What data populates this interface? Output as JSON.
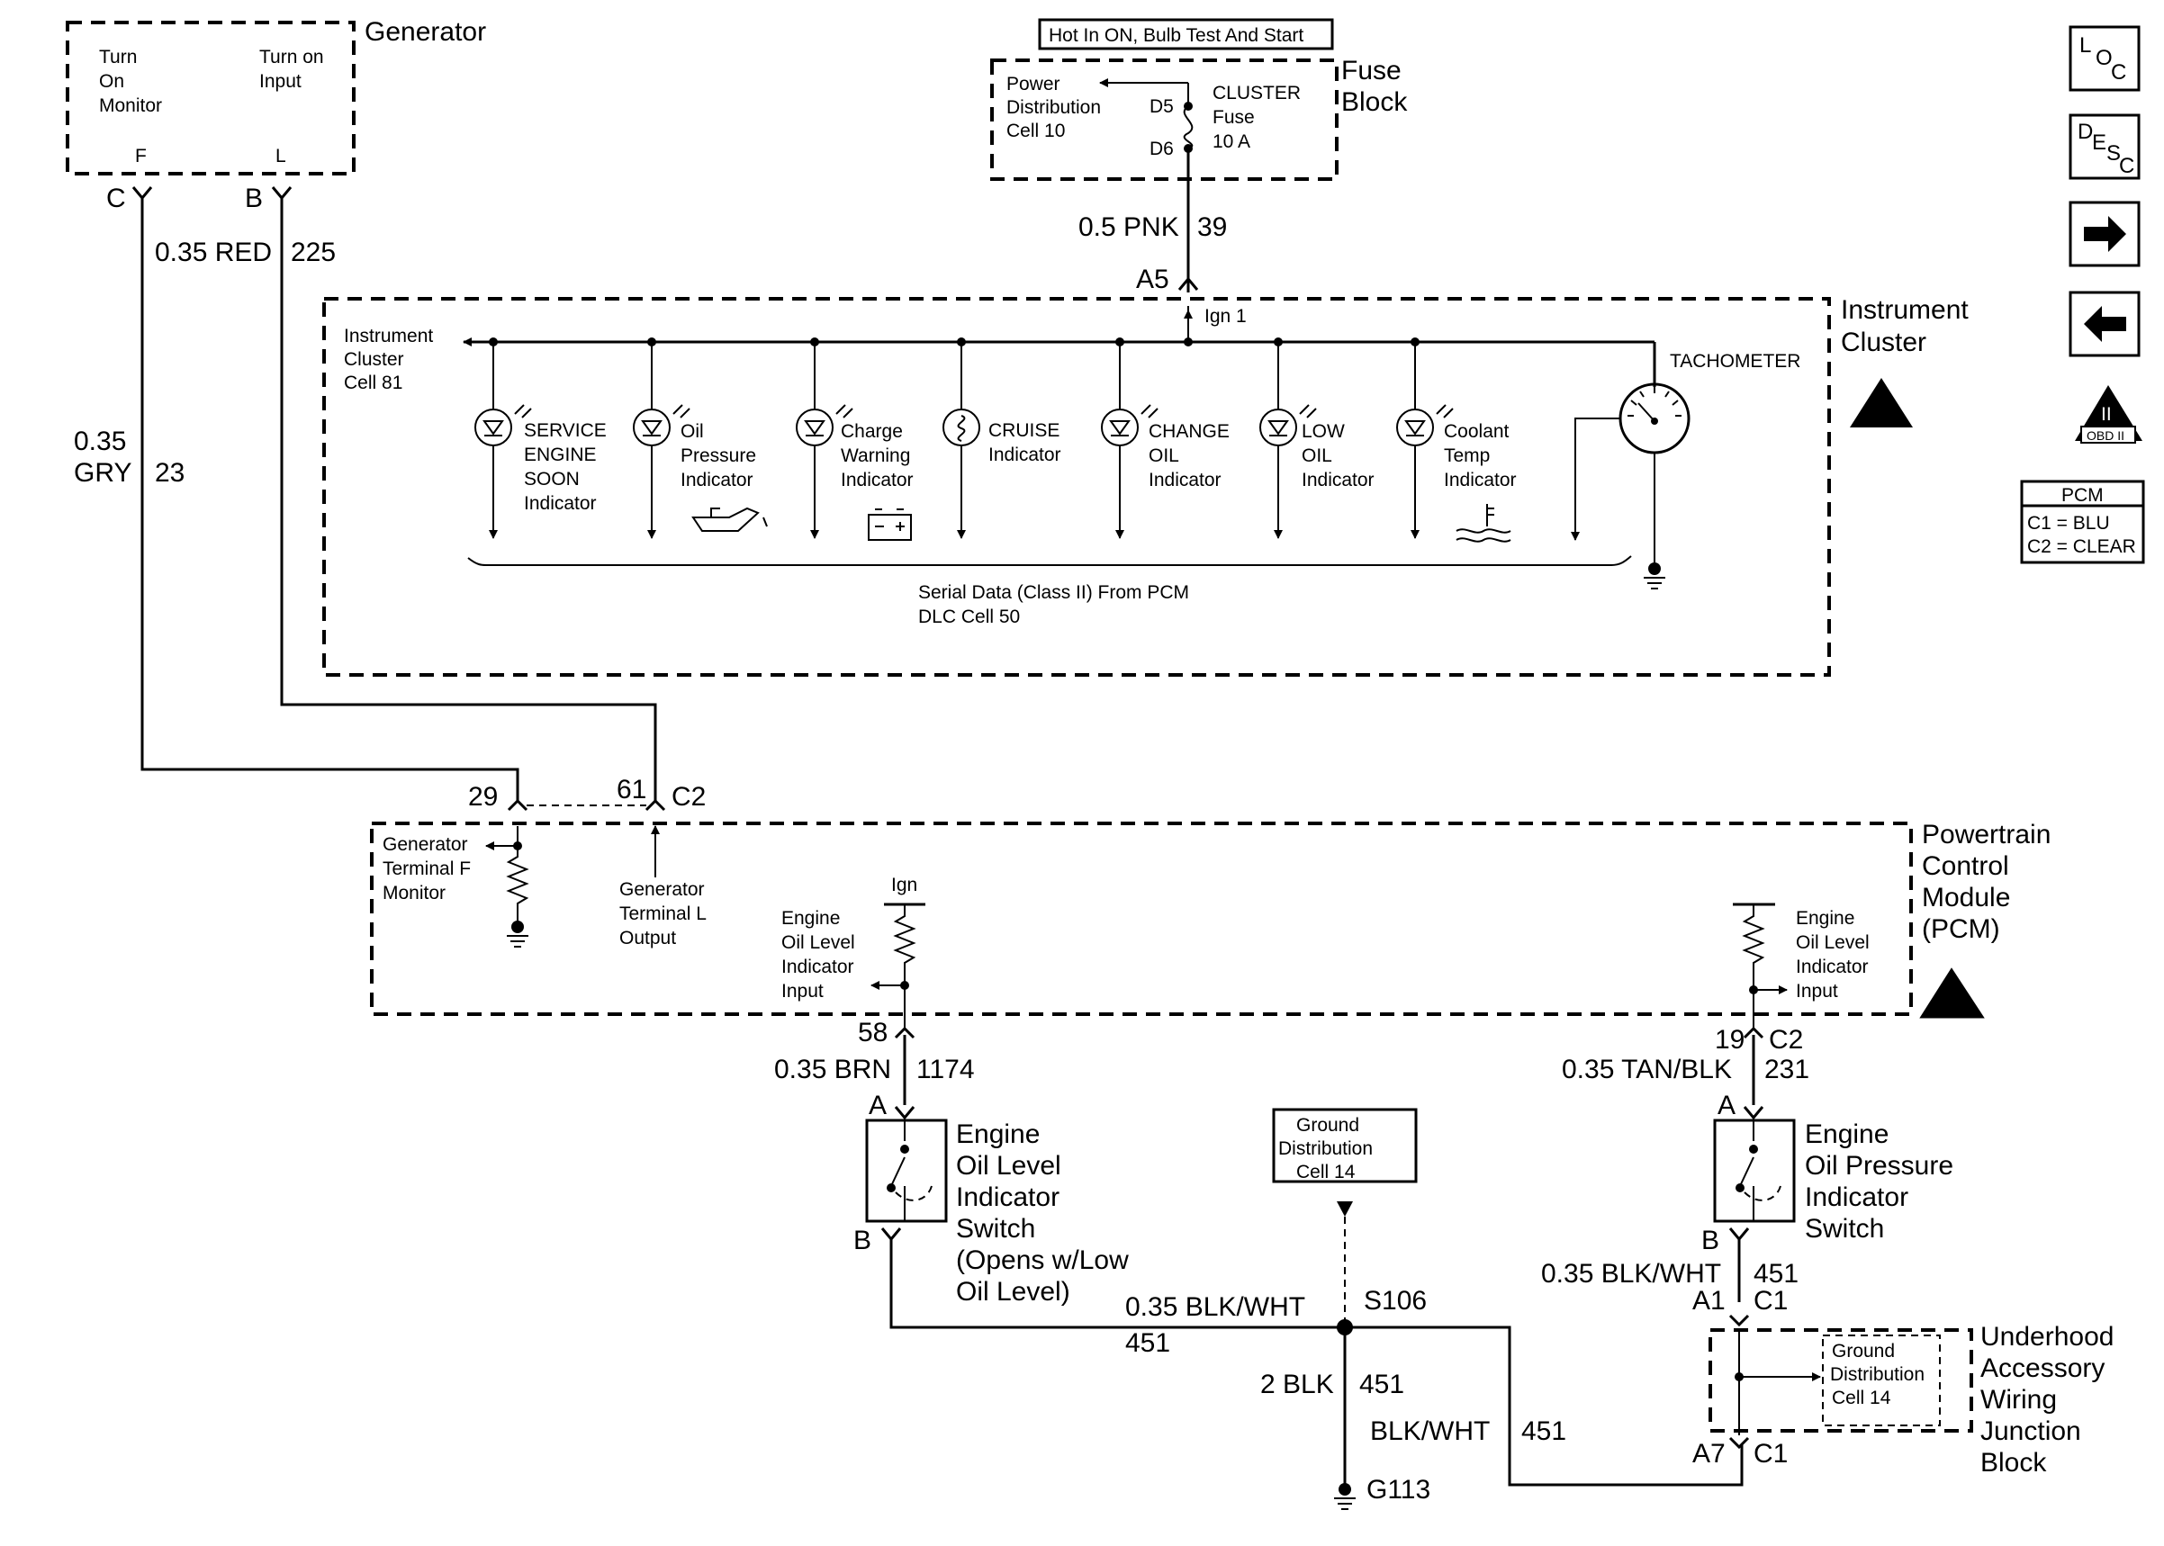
{
  "generator": {
    "title": "Generator",
    "turn_on_monitor": [
      "Turn",
      "On",
      "Monitor"
    ],
    "turn_on_input": [
      "Turn on",
      "Input"
    ],
    "pin_f": "F",
    "pin_l": "L",
    "conn_c": "C",
    "conn_b": "B"
  },
  "fuse_block": {
    "title": [
      "Fuse",
      "Block"
    ],
    "hot_label": "Hot In ON, Bulb Test And Start",
    "power_dist": [
      "Power",
      "Distribution",
      "Cell 10"
    ],
    "d5": "D5",
    "d6": "D6",
    "fuse": [
      "CLUSTER",
      "Fuse",
      "10 A"
    ]
  },
  "wires": {
    "pnk": "0.5 PNK",
    "pnk_num": "39",
    "red": "0.35 RED",
    "red_num": "225",
    "gry_a": "0.35",
    "gry_b": "GRY",
    "gry_num": "23",
    "brn": "0.35 BRN",
    "brn_num": "1174",
    "tanblk": "0.35 TAN/BLK",
    "tanblk_num": "231",
    "blkwht_left": "0.35 BLK/WHT",
    "blkwht_left_num": "451",
    "blkwht_right": "0.35 BLK/WHT",
    "blkwht_right_num": "451",
    "blk2": "2 BLK",
    "blk2_num": "451",
    "blkwht": "BLK/WHT",
    "blkwht_num": "451"
  },
  "cluster": {
    "title": [
      "Instrument",
      "Cluster"
    ],
    "a5": "A5",
    "ign1": "Ign 1",
    "cell81": [
      "Instrument",
      "Cluster",
      "Cell 81"
    ],
    "tachometer": "TACHOMETER",
    "indicators": [
      {
        "label": [
          "SERVICE",
          "ENGINE",
          "SOON",
          "Indicator"
        ]
      },
      {
        "label": [
          "Oil",
          "Pressure",
          "Indicator"
        ]
      },
      {
        "label": [
          "Charge",
          "Warning",
          "Indicator"
        ]
      },
      {
        "label": [
          "CRUISE",
          "Indicator"
        ]
      },
      {
        "label": [
          "CHANGE",
          "OIL",
          "Indicator"
        ]
      },
      {
        "label": [
          "LOW",
          "OIL",
          "Indicator"
        ]
      },
      {
        "label": [
          "Coolant",
          "Temp",
          "Indicator"
        ]
      }
    ],
    "serial": [
      "Serial Data (Class II) From PCM",
      "DLC Cell 50"
    ]
  },
  "pcm": {
    "title": [
      "Powertrain",
      "Control",
      "Module",
      "(PCM)"
    ],
    "pin29": "29",
    "pin61": "61",
    "c2_top": "C2",
    "gen_f_monitor": [
      "Generator",
      "Terminal F",
      "Monitor"
    ],
    "gen_l_output": [
      "Generator",
      "Terminal L",
      "Output"
    ],
    "ign": "Ign",
    "eoli_left": [
      "Engine",
      "Oil Level",
      "Indicator",
      "Input"
    ],
    "eoli_right": [
      "Engine",
      "Oil Level",
      "Indicator",
      "Input"
    ],
    "pin58": "58",
    "pin19": "19",
    "c2_right": "C2"
  },
  "switches": {
    "level": [
      "Engine",
      "Oil Level",
      "Indicator",
      "Switch",
      "(Opens w/Low",
      "Oil Level)"
    ],
    "pressure": [
      "Engine",
      "Oil Pressure",
      "Indicator",
      "Switch"
    ],
    "a": "A",
    "b": "B"
  },
  "ground": {
    "gd_box": [
      "Ground",
      "Distribution",
      "Cell 14"
    ],
    "s106": "S106",
    "g113": "G113"
  },
  "uajb": {
    "title": [
      "Underhood",
      "Accessory",
      "Wiring",
      "Junction",
      "Block"
    ],
    "a1": "A1",
    "c1_top": "C1",
    "a7": "A7",
    "c1_bot": "C1",
    "gd": [
      "Ground",
      "Distribution",
      "Cell 14"
    ]
  },
  "side": {
    "loc": [
      "L",
      "O",
      "C"
    ],
    "desc": [
      "D",
      "E",
      "S",
      "C"
    ],
    "obd": "OBD II",
    "obd_roman": "II",
    "pcm_title": "PCM",
    "pcm_c1": "C1 = BLU",
    "pcm_c2": "C2 = CLEAR"
  }
}
